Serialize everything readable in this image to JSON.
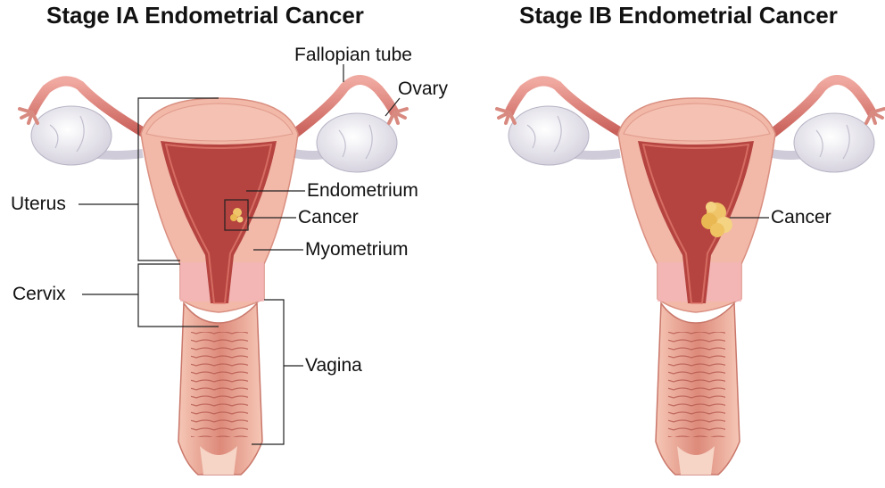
{
  "panels": [
    {
      "title": "Stage IA Endometrial Cancer",
      "labels": {
        "fallopian_tube": "Fallopian tube",
        "ovary": "Ovary",
        "uterus": "Uterus",
        "endometrium": "Endometrium",
        "cancer": "Cancer",
        "myometrium": "Myometrium",
        "cervix": "Cervix",
        "vagina": "Vagina"
      }
    },
    {
      "title": "Stage IB Endometrial Cancer",
      "labels": {
        "cancer": "Cancer"
      }
    }
  ],
  "colors": {
    "tissue_outer": "#f2b8a8",
    "tissue_mid": "#e39a8a",
    "cavity": "#b5433f",
    "ovary": "#e8e6ee",
    "cancer": "#f0c56a",
    "cervix_band": "#f3b6b9"
  }
}
